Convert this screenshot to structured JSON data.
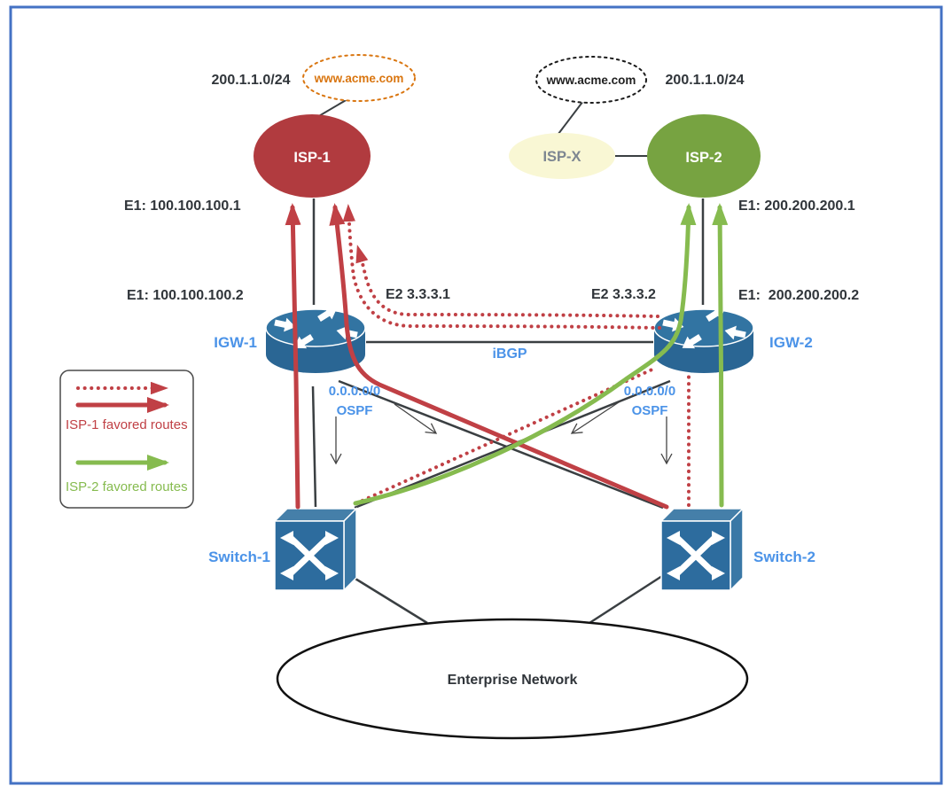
{
  "nodes": {
    "isp1": {
      "label": "ISP-1"
    },
    "ispx": {
      "label": "ISP-X"
    },
    "isp2": {
      "label": "ISP-2"
    },
    "igw1": {
      "label": "IGW-1"
    },
    "igw2": {
      "label": "IGW-2"
    },
    "switch1": {
      "label": "Switch-1"
    },
    "switch2": {
      "label": "Switch-2"
    },
    "enterprise": {
      "label": "Enterprise Network"
    },
    "acme_left": {
      "label": "www.acme.com"
    },
    "acme_right": {
      "label": "www.acme.com"
    }
  },
  "labels": {
    "prefix_left": "200.1.1.0/24",
    "prefix_right": "200.1.1.0/24",
    "e1_isp1": "E1: 100.100.100.1",
    "e1_igw1": "E1: 100.100.100.2",
    "e2_igw1": "E2 3.3.3.1",
    "e2_igw2": "E2 3.3.3.2",
    "e1_isp2": "E1: 200.200.200.1",
    "e1_igw2": "E1:  200.200.200.2",
    "ibgp": "iBGP",
    "ospf_left_prefix": "0.0.0.0/0",
    "ospf_left_protocol": "OSPF",
    "ospf_right_prefix": "0.0.0.0/0",
    "ospf_right_protocol": "OSPF"
  },
  "legend": {
    "isp1_routes": "ISP-1 favored routes",
    "isp2_routes": "ISP-2 favored routes"
  },
  "colors": {
    "frame_blue": "#4472c4",
    "isp1_fill": "#b13b3f",
    "isp2_fill": "#77a341",
    "ispx_fill": "#f9f7d4",
    "route_red": "#c04045",
    "route_green": "#86bb4f",
    "device_blue": "#2d6c9e",
    "label_blue": "#4b93e8",
    "acme_orange": "#d9750f",
    "text_dark": "#30353a"
  }
}
